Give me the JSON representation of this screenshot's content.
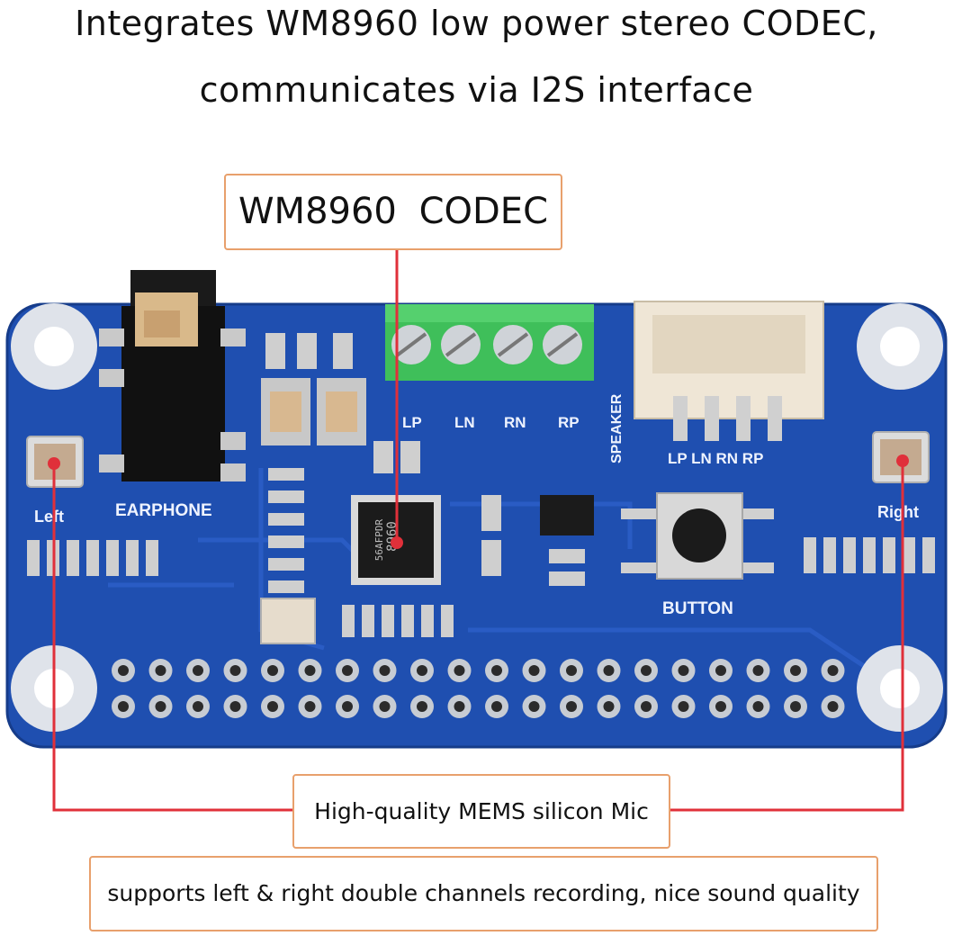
{
  "headline": {
    "line1": "Integrates WM8960 low power stereo CODEC,",
    "line2": "communicates via I2S interface"
  },
  "callouts": {
    "codec": "WM8960   CODEC",
    "mic": "High-quality MEMS silicon Mic",
    "features": "supports left & right double channels recording, nice sound quality"
  },
  "board": {
    "terminal_labels": [
      "LP",
      "LN",
      "RN",
      "RP"
    ],
    "speaker_label": "SPEAKER",
    "connector_labels": "LP LN RN RP",
    "earphone_label": "EARPHONE",
    "left_label": "Left",
    "right_label": "Right",
    "button_label": "BUTTON",
    "chip_marking_1": "8960",
    "chip_marking_2": "56AFPDR"
  },
  "colors": {
    "pcb": "#1f4fb0",
    "callout_border": "#e8a06c",
    "leader_line": "#e0303a",
    "terminal_block": "#3fbf5a"
  }
}
